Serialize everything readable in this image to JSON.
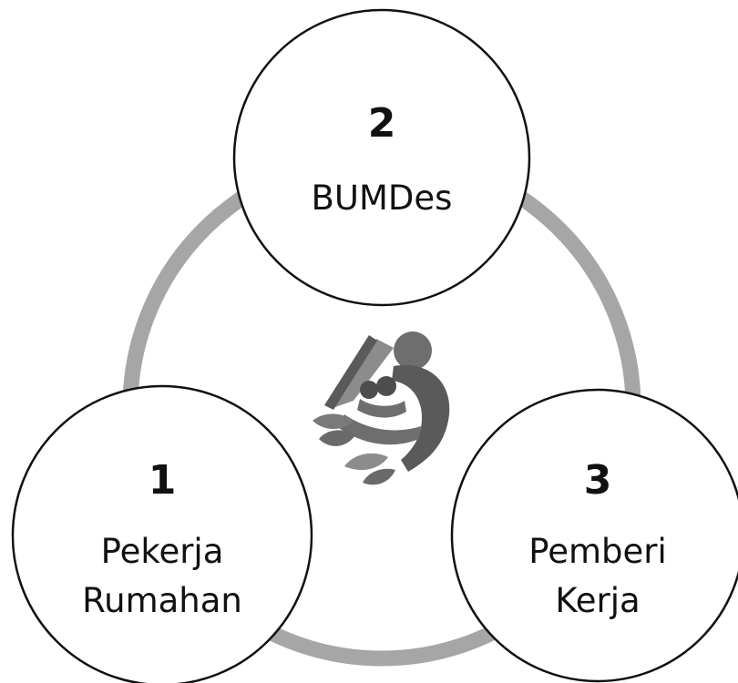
{
  "diagram": {
    "nodes": [
      {
        "number": "1",
        "label_line1": "Pekerja",
        "label_line2": "Rumahan"
      },
      {
        "number": "2",
        "label": "BUMDes"
      },
      {
        "number": "3",
        "label_line1": "Pemberi",
        "label_line2": "Kerja"
      }
    ],
    "logo": {
      "icon": "worker-caregiver-leaves-icon"
    }
  },
  "colors": {
    "ring": "#a6a6a6",
    "circle_fill": "#ffffff",
    "circle_stroke": "#111111",
    "logo_dark": "#5a5a5a",
    "logo_mid": "#8c8c8c",
    "text": "#111111"
  }
}
